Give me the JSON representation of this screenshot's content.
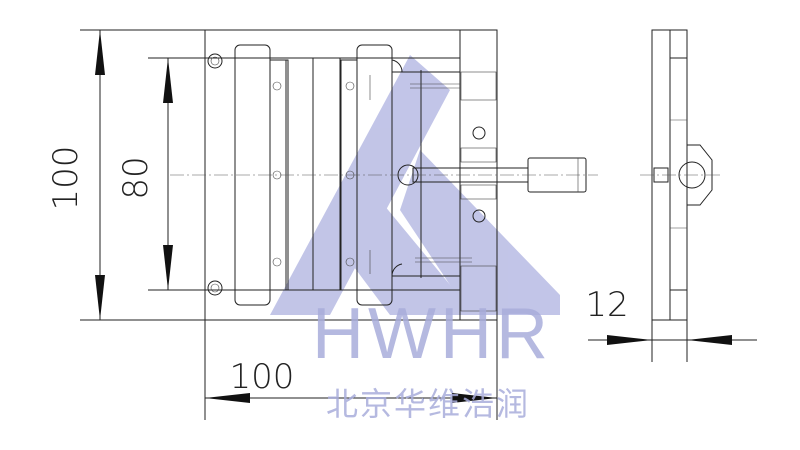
{
  "dimensions": {
    "outer_height": "100",
    "inner_height": "80",
    "width": "100",
    "thickness": "12"
  },
  "watermark": {
    "brand": "HWHR",
    "company": "北京华维浩润"
  },
  "colors": {
    "line": "#222222",
    "watermark": "#a9addb"
  }
}
